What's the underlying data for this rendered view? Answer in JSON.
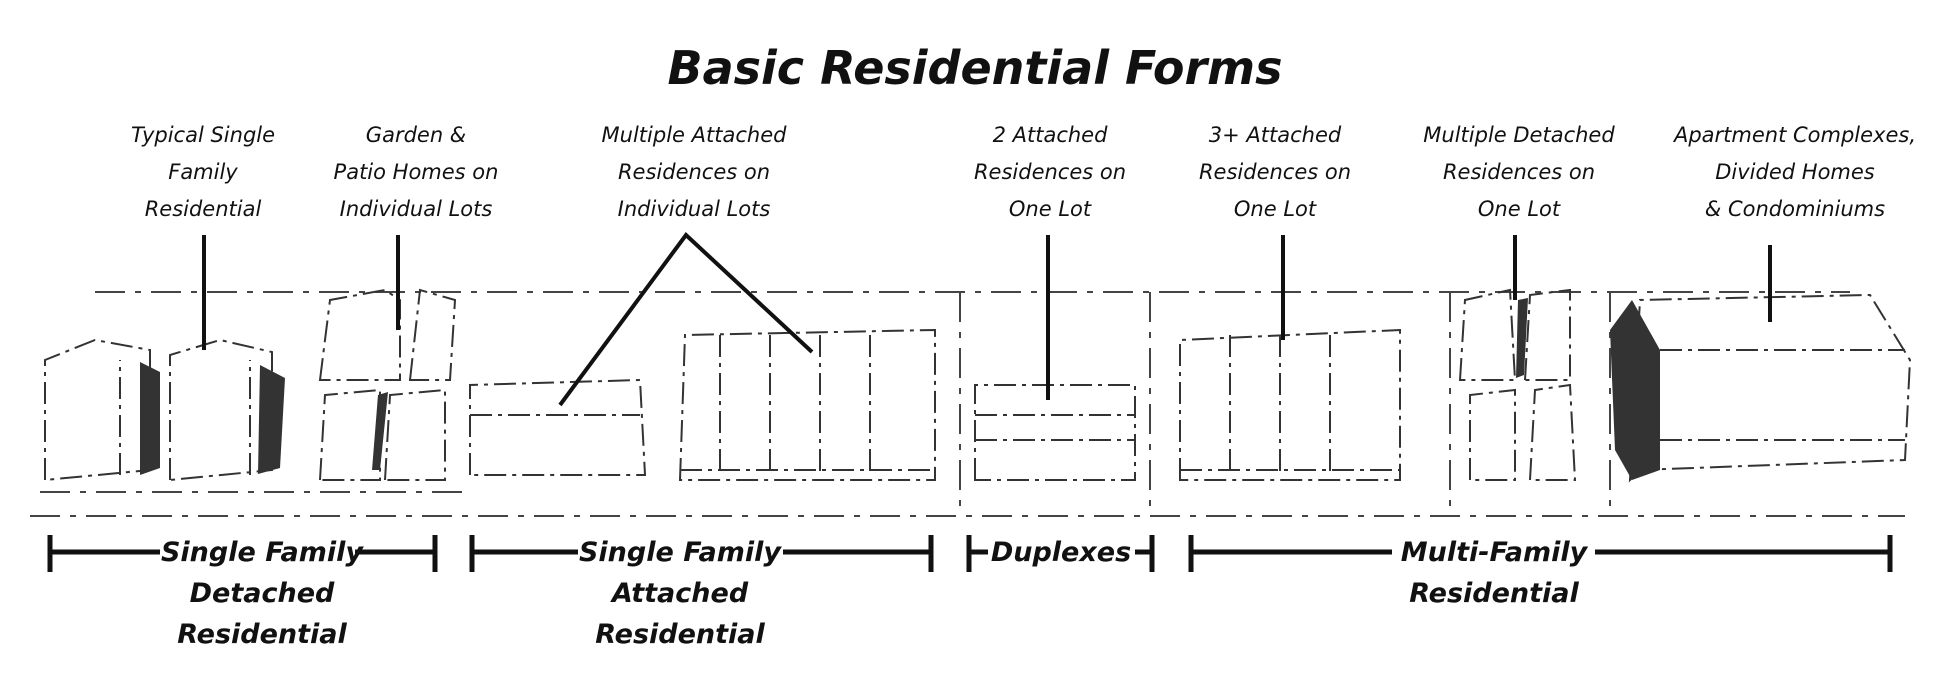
{
  "title": "Basic Residential Forms",
  "forms": [
    {
      "lines": [
        "Typical Single",
        "Family",
        "Residential"
      ]
    },
    {
      "lines": [
        "Garden &",
        "Patio Homes  on",
        "Individual Lots"
      ]
    },
    {
      "lines": [
        "Multiple Attached",
        "Residences on",
        "Individual Lots"
      ]
    },
    {
      "lines": [
        "2 Attached",
        "Residences on",
        "One Lot"
      ]
    },
    {
      "lines": [
        "3+ Attached",
        "Residences on",
        "One Lot"
      ]
    },
    {
      "lines": [
        "Multiple  Detached",
        "Residences on",
        "One Lot"
      ]
    },
    {
      "lines": [
        "Apartment Complexes,",
        "Divided Homes",
        "& Condominiums"
      ]
    }
  ],
  "categories": [
    {
      "lines": [
        "Single Family",
        "Detached",
        "Residential"
      ]
    },
    {
      "lines": [
        "Single Family",
        "Attached",
        "Residential"
      ]
    },
    {
      "lines": [
        "Duplexes"
      ]
    },
    {
      "lines": [
        "Multi-Family",
        "Residential"
      ]
    }
  ]
}
